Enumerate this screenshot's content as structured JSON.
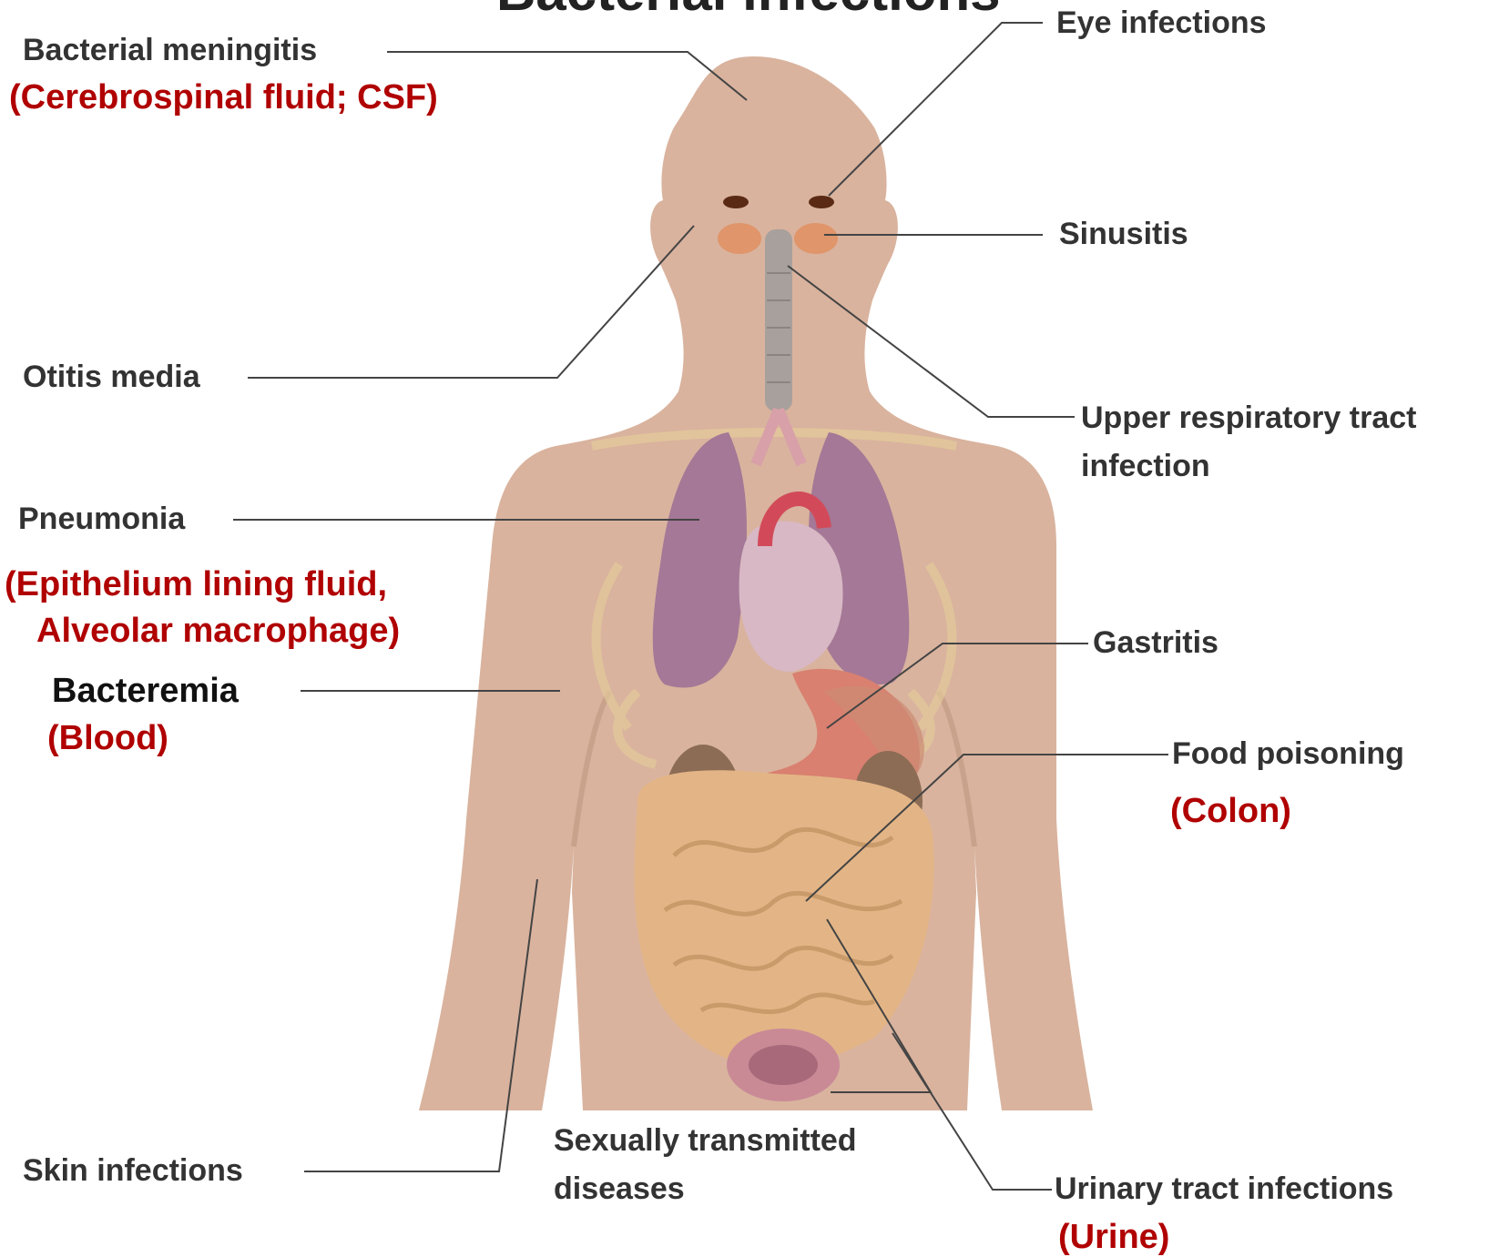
{
  "title": "Bacterial infections",
  "colors": {
    "skin": "#d9b39e",
    "leader": "#444444",
    "label_gray": "#333333",
    "label_red": "#b00000"
  },
  "labels": {
    "meningitis": "Bacterial meningitis",
    "meningitis_sample": "(Cerebrospinal fluid; CSF)",
    "eye": "Eye infections",
    "sinusitis": "Sinusitis",
    "otitis": "Otitis media",
    "urti_line1": "Upper respiratory tract",
    "urti_line2": "infection",
    "pneumonia": "Pneumonia",
    "pneumonia_sample_line1": "(Epithelium lining fluid,",
    "pneumonia_sample_line2": "Alveolar macrophage)",
    "gastritis": "Gastritis",
    "bacteremia": "Bacteremia",
    "bacteremia_sample": "(Blood)",
    "food": "Food poisoning",
    "food_sample": "(Colon)",
    "skin": "Skin infections",
    "std_line1": "Sexually transmitted",
    "std_line2": "diseases",
    "uti": "Urinary tract infections",
    "uti_sample": "(Urine)"
  }
}
